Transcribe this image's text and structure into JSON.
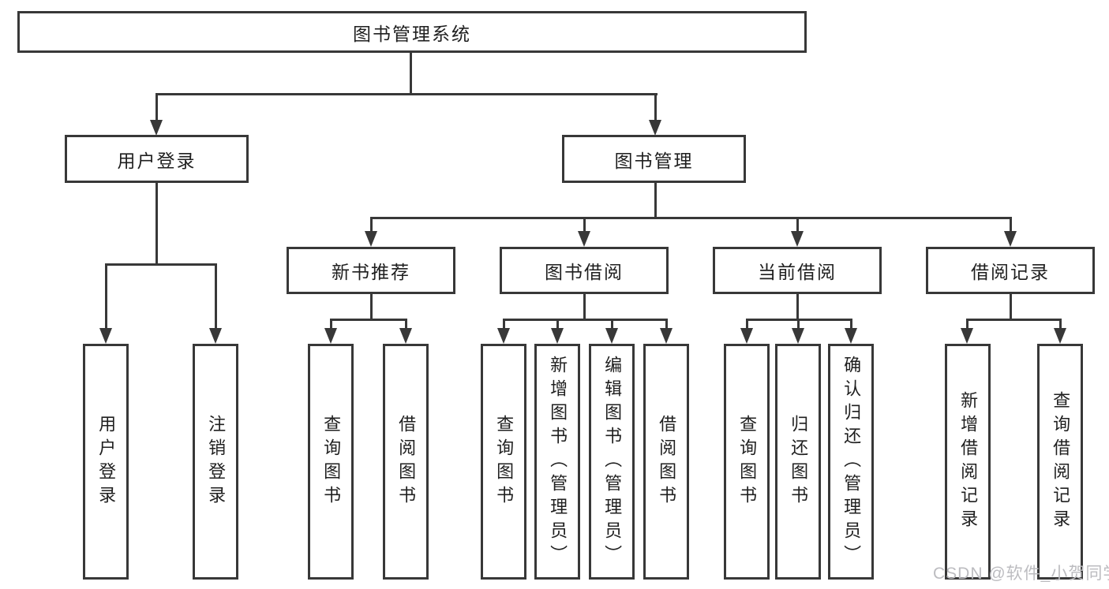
{
  "root_label": "图书管理系统",
  "branches": [
    {
      "label": "用户登录",
      "children": [
        {
          "label": "用户登录"
        },
        {
          "label": "注销登录"
        }
      ]
    },
    {
      "label": "图书管理",
      "groups": [
        {
          "label": "新书推荐",
          "children": [
            {
              "label": "查询图书"
            },
            {
              "label": "借阅图书"
            }
          ]
        },
        {
          "label": "图书借阅",
          "children": [
            {
              "label": "查询图书"
            },
            {
              "label": "新增图书（管理员）"
            },
            {
              "label": "编辑图书（管理员）"
            },
            {
              "label": "借阅图书"
            }
          ]
        },
        {
          "label": "当前借阅",
          "children": [
            {
              "label": "查询图书"
            },
            {
              "label": "归还图书"
            },
            {
              "label": "确认归还（管理员）"
            }
          ]
        },
        {
          "label": "借阅记录",
          "children": [
            {
              "label": "新增借阅记录"
            },
            {
              "label": "查询借阅记录"
            }
          ]
        }
      ]
    }
  ],
  "watermark": "CSDN @软件_小贺同学",
  "colors": {
    "line": "#383838",
    "text": "#1f1f1f",
    "watermark": "#bcbcc0",
    "background": "#ffffff"
  }
}
